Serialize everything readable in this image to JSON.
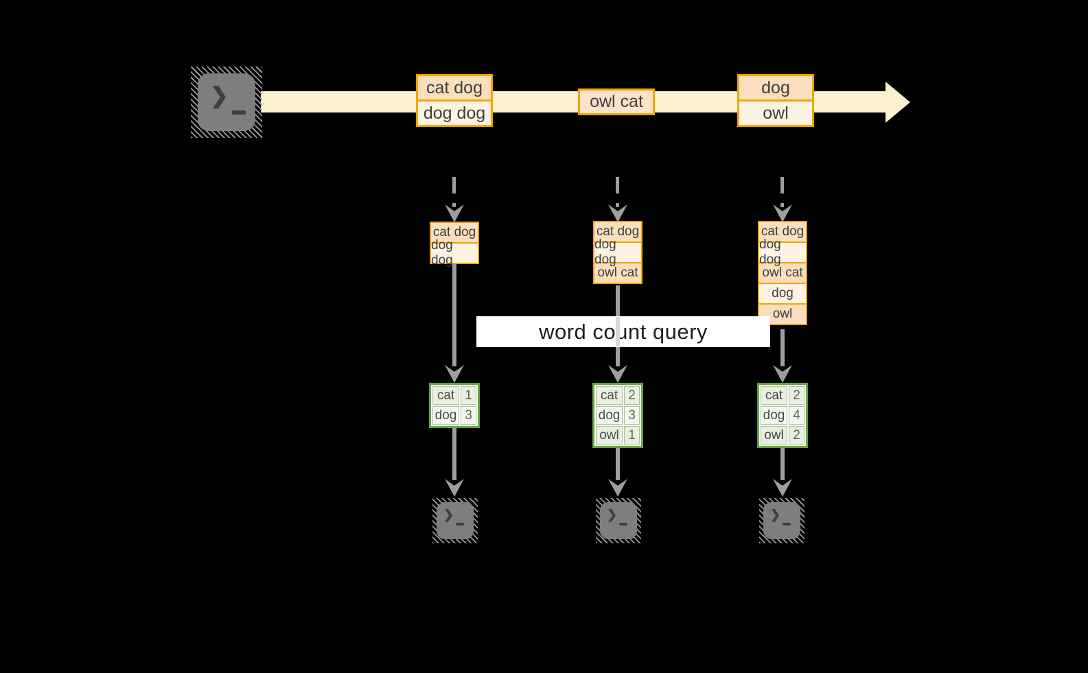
{
  "query_label": "word count query",
  "icons": {
    "terminal_prompt": "❯"
  },
  "palette": {
    "background": "#000000",
    "stream_fill": "#FBF2CF",
    "event_border": "#F0A500",
    "event_fill_peach": "#FADEBD",
    "event_fill_cream": "#FDF3E3",
    "table_border": "#67A33F",
    "table_cell_fill": "#E9EFE1",
    "arrow_gray": "#9E9E9E",
    "terminal_gray": "#7E7E7E",
    "label_bg": "#FFFFFF"
  },
  "stream_events": [
    {
      "rows": [
        "cat dog",
        "dog dog"
      ]
    },
    {
      "rows": [
        "owl cat"
      ]
    },
    {
      "rows": [
        "dog",
        "owl"
      ]
    }
  ],
  "pipelines": [
    {
      "batch_rows": [
        "cat dog",
        "dog dog"
      ],
      "counts": [
        {
          "word": "cat",
          "count": "1"
        },
        {
          "word": "dog",
          "count": "3"
        }
      ]
    },
    {
      "batch_rows": [
        "cat dog",
        "dog dog",
        "owl cat"
      ],
      "counts": [
        {
          "word": "cat",
          "count": "2"
        },
        {
          "word": "dog",
          "count": "3"
        },
        {
          "word": "owl",
          "count": "1"
        }
      ]
    },
    {
      "batch_rows": [
        "cat dog",
        "dog dog",
        "owl cat",
        "dog",
        "owl"
      ],
      "counts": [
        {
          "word": "cat",
          "count": "2"
        },
        {
          "word": "dog",
          "count": "4"
        },
        {
          "word": "owl",
          "count": "2"
        }
      ]
    }
  ]
}
